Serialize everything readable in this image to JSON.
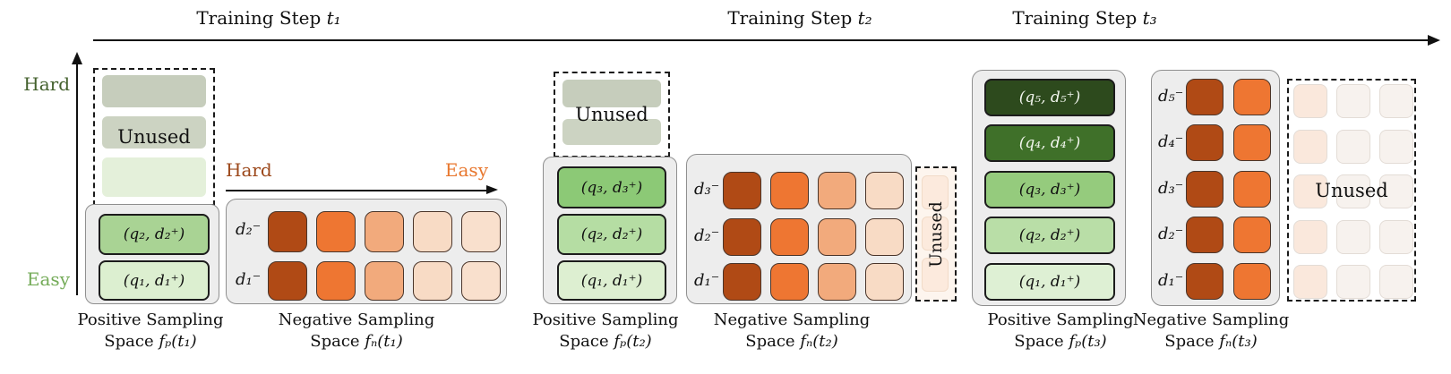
{
  "figure": {
    "timeline": [
      {
        "label": "Training Step",
        "math": "t₁"
      },
      {
        "label": "Training Step",
        "math": "t₂"
      },
      {
        "label": "Training Step",
        "math": "t₃"
      }
    ],
    "y_axis": {
      "hard": "Hard",
      "easy": "Easy",
      "hard_color": "#44612e",
      "easy_color": "#74ab58"
    },
    "unused_label": "Unused"
  },
  "t1": {
    "pos_unused": {
      "row1_color": "#c6cdbc",
      "row2_color": "#ccd3c2",
      "row3_color": "#e4f0da"
    },
    "pairs": [
      {
        "text": "(q₂, d₂⁺)",
        "bg": "#a9d394",
        "fg": "#111111"
      },
      {
        "text": "(q₁, d₁⁺)",
        "bg": "#dcefd0",
        "fg": "#111111"
      }
    ],
    "pos_caption": {
      "line1": "Positive Sampling",
      "line2": "Space",
      "math": "fₚ(t₁)"
    },
    "neg_axis": {
      "hard": "Hard",
      "easy": "Easy",
      "hard_color": "#9c481b",
      "easy_color": "#e8772e"
    },
    "neg_rows": [
      {
        "label": "d₂⁻",
        "c1": "#b04a15",
        "c2": "#ee7632",
        "c3": "#f2aa7c",
        "c4": "#f8dbc5",
        "c5": "#f9e0cd"
      },
      {
        "label": "d₁⁻",
        "c1": "#b04a15",
        "c2": "#ee7632",
        "c3": "#f2aa7c",
        "c4": "#f8dbc5",
        "c5": "#f9e0cd"
      }
    ],
    "neg_caption": {
      "line1": "Negative Sampling",
      "line2": "Space",
      "math": "fₙ(t₁)"
    }
  },
  "t2": {
    "pos_unused": {
      "row1_color": "#c6cdbc",
      "row2_color": "#ccd3c2"
    },
    "pairs": [
      {
        "text": "(q₃, d₃⁺)",
        "bg": "#8cc976",
        "fg": "#111111"
      },
      {
        "text": "(q₂, d₂⁺)",
        "bg": "#b5dda3",
        "fg": "#111111"
      },
      {
        "text": "(q₁, d₁⁺)",
        "bg": "#ddefd1",
        "fg": "#111111"
      }
    ],
    "pos_caption": {
      "line1": "Positive Sampling",
      "line2": "Space",
      "math": "fₚ(t₂)"
    },
    "neg_rows": [
      {
        "label": "d₃⁻",
        "c1": "#b04a15",
        "c2": "#ee7632",
        "c3": "#f2aa7c",
        "c4": "#f8dbc5"
      },
      {
        "label": "d₂⁻",
        "c1": "#b04a15",
        "c2": "#ee7632",
        "c3": "#f2aa7c",
        "c4": "#f8dbc5"
      },
      {
        "label": "d₁⁻",
        "c1": "#b04a15",
        "c2": "#ee7632",
        "c3": "#f2aa7c",
        "c4": "#f8dbc5"
      }
    ],
    "neg_unused": {
      "bg": "#fdf5ee",
      "cell": "#fceadd",
      "cell_border": "#f1dbc8"
    },
    "neg_caption": {
      "line1": "Negative Sampling",
      "line2": "Space",
      "math": "fₙ(t₂)"
    }
  },
  "t3": {
    "pairs": [
      {
        "text": "(q₅, d₅⁺)",
        "bg": "#2d4a1d",
        "fg": "#f2f6ee"
      },
      {
        "text": "(q₄, d₄⁺)",
        "bg": "#3f7029",
        "fg": "#f2f6ee"
      },
      {
        "text": "(q₃, d₃⁺)",
        "bg": "#95cb7d",
        "fg": "#111111"
      },
      {
        "text": "(q₂, d₂⁺)",
        "bg": "#b9dea7",
        "fg": "#111111"
      },
      {
        "text": "(q₁, d₁⁺)",
        "bg": "#def0d4",
        "fg": "#111111"
      }
    ],
    "pos_caption": {
      "line1": "Positive Sampling",
      "line2": "Space",
      "math": "fₚ(t₃)"
    },
    "neg_rows": [
      {
        "label": "d₅⁻",
        "c1": "#b04a15",
        "c2": "#ee7632"
      },
      {
        "label": "d₄⁻",
        "c1": "#b04a15",
        "c2": "#ee7632"
      },
      {
        "label": "d₃⁻",
        "c1": "#b04a15",
        "c2": "#ee7632"
      },
      {
        "label": "d₂⁻",
        "c1": "#b04a15",
        "c2": "#ee7632"
      },
      {
        "label": "d₁⁻",
        "c1": "#b04a15",
        "c2": "#ee7632"
      }
    ],
    "neg_caption": {
      "line1": "Negative Sampling",
      "line2": "Space",
      "math": "fₙ(t₃)"
    },
    "unused_cols": {
      "c1": "#fae8dc",
      "c2": "#f7f2ee",
      "c3": "#f7f2ee"
    }
  }
}
